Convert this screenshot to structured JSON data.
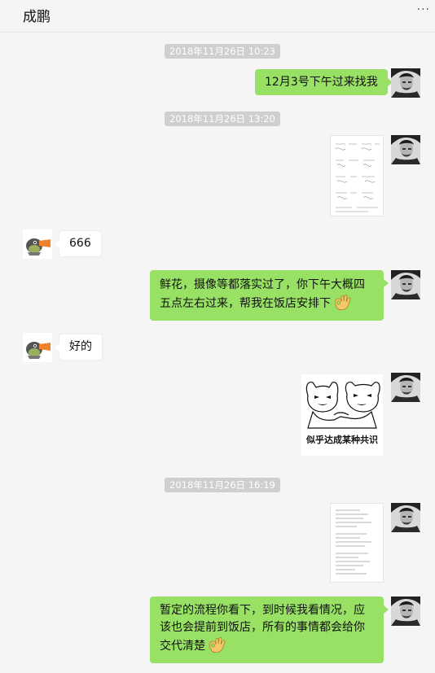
{
  "header": {
    "title": "成鹏",
    "more_label": "···"
  },
  "timestamps": [
    "2018年11月26日 10:23",
    "2018年11月26日 13:20",
    "2018年11月26日 16:19"
  ],
  "messages": {
    "m1": "12月3号下午过来找我",
    "m3": "666",
    "m4": "鲜花，摄像等都落实过了，你下午大概四五点左右过来，帮我在饭店安排下",
    "m5": "好的",
    "m6_caption": "似乎达成某种共识",
    "m8": "暂定的流程你看下，到时候我看情况，应该也会提前到饭店，所有的事情都会给你交代清楚"
  },
  "colors": {
    "my_bubble": "#98e165",
    "other_bubble": "#ffffff",
    "timestamp_bg": "#cfcfcf",
    "background": "#f5f5f5"
  },
  "icons": {
    "emoji": "ok-hand-emoji",
    "other_avatar": "bird-avatar",
    "my_avatar": "portrait-avatar"
  }
}
